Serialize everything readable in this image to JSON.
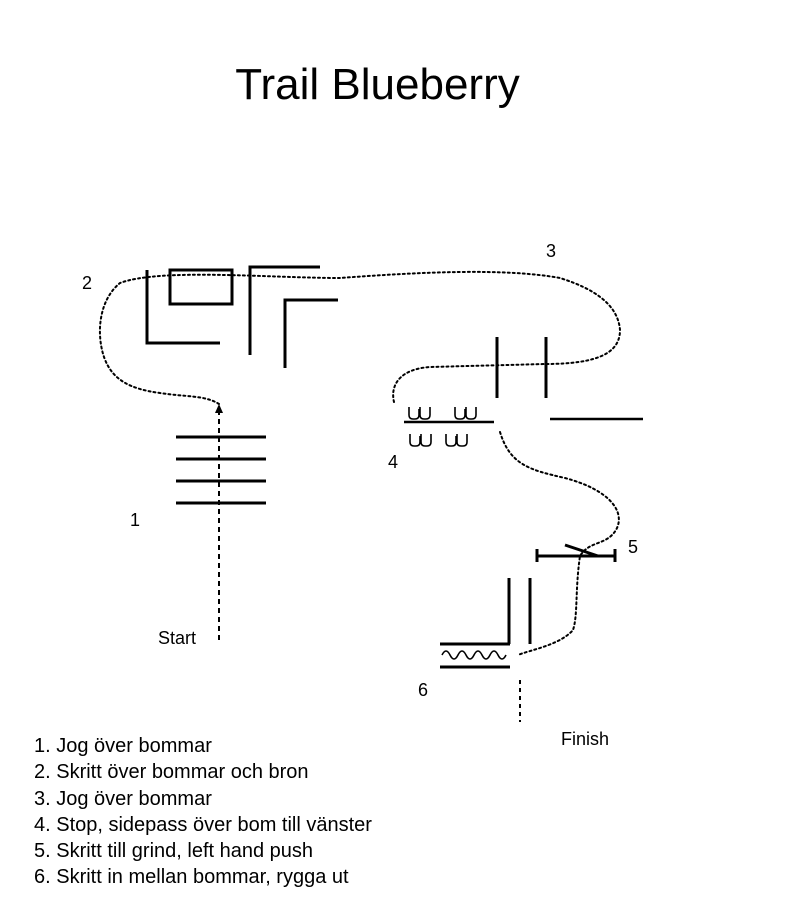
{
  "title": "Trail Blueberry",
  "labels": {
    "obstacle_1": "1",
    "obstacle_2": "2",
    "obstacle_3": "3",
    "obstacle_4": "4",
    "obstacle_5": "5",
    "obstacle_6": "6",
    "start": "Start",
    "finish": "Finish"
  },
  "instructions": [
    "1. Jog över bommar",
    "2. Skritt över bommar och bron",
    "3. Jog över bommar",
    "4. Stop, sidepass över bom till vänster",
    "5. Skritt till grind, left hand push",
    "6. Skritt in mellan bommar, rygga ut"
  ],
  "colors": {
    "ink": "#000000",
    "background": "#ffffff"
  }
}
